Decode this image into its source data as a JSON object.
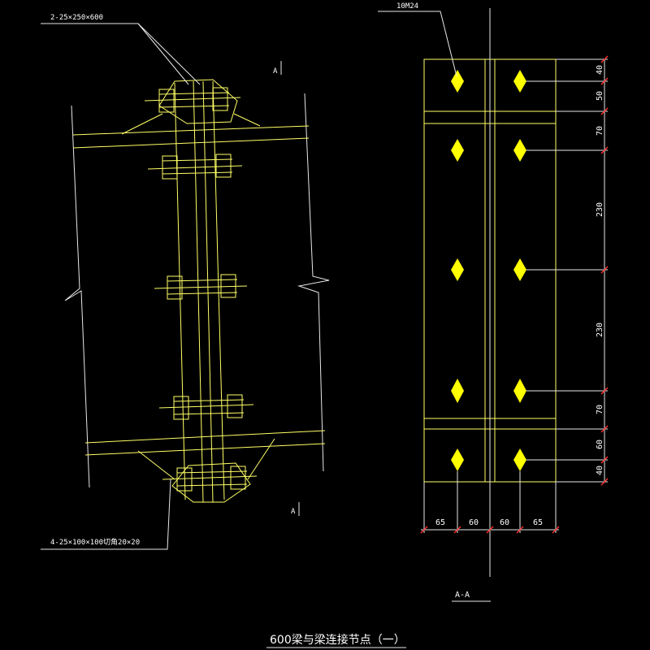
{
  "labels": {
    "top_plate": "2-25×250×600",
    "bottom_plate": "4-25×100×100切角20×20",
    "bolt_callout": "10M24",
    "section_mark_top": "A",
    "section_mark_bottom": "A",
    "section_title": "A-A",
    "drawing_title": "600梁与梁连接节点（一）"
  },
  "vertical_dims": [
    "40",
    "50",
    "70",
    "230",
    "230",
    "70",
    "60",
    "40"
  ],
  "horizontal_dims": [
    "65",
    "60",
    "60",
    "65"
  ],
  "colors": {
    "background": "#000000",
    "linework": "#ffff66",
    "annotation": "#e8e8e8",
    "bolt_fill": "#ffff00",
    "dim_tick": "#ff3030"
  }
}
